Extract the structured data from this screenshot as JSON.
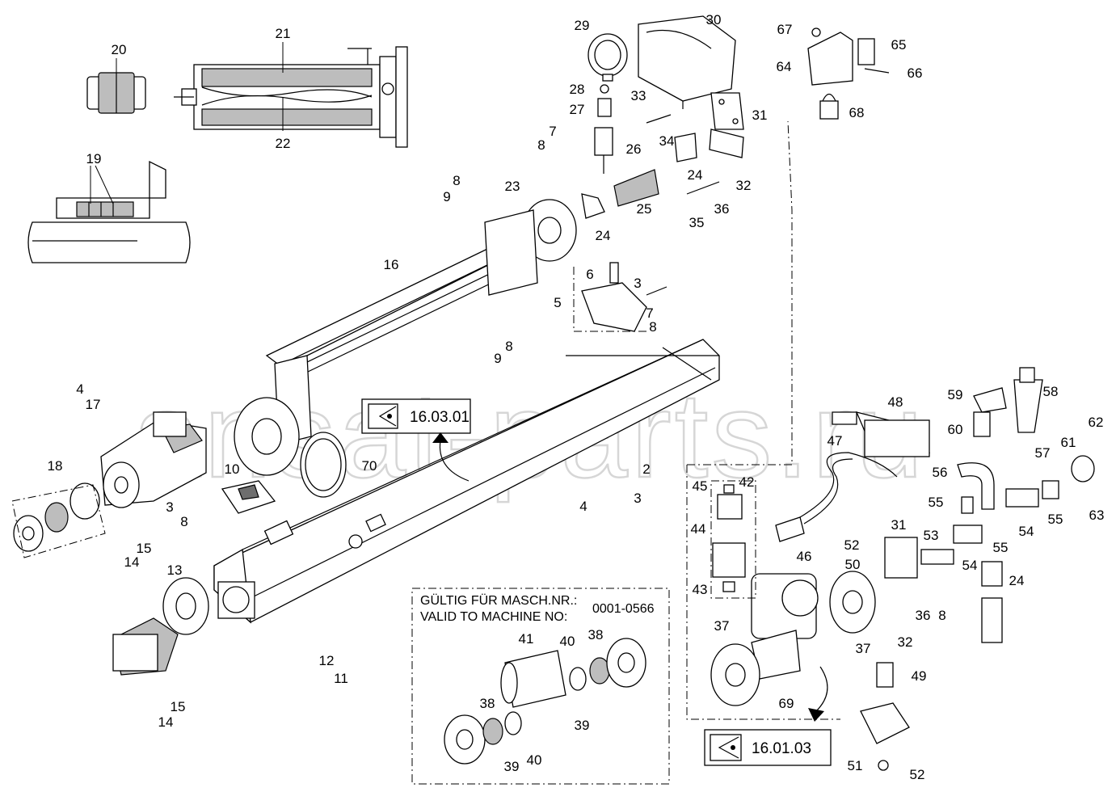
{
  "watermark": "ansat-parts.ru",
  "references": {
    "ref_a": "16.03.01",
    "ref_b": "16.01.03"
  },
  "validity_note": {
    "line1": "GÜLTIG FÜR MASCH.NR.:",
    "line2": "VALID TO MACHINE NO:",
    "machine_range": "0001-0566"
  },
  "part_numbers": [
    "2",
    "3",
    "4",
    "5",
    "6",
    "7",
    "8",
    "9",
    "10",
    "11",
    "12",
    "13",
    "14",
    "15",
    "16",
    "17",
    "18",
    "19",
    "20",
    "21",
    "22",
    "23",
    "24",
    "25",
    "26",
    "27",
    "28",
    "29",
    "30",
    "31",
    "32",
    "33",
    "34",
    "35",
    "36",
    "37",
    "38",
    "39",
    "40",
    "41",
    "42",
    "43",
    "44",
    "45",
    "46",
    "47",
    "48",
    "49",
    "50",
    "51",
    "52",
    "53",
    "54",
    "55",
    "56",
    "57",
    "58",
    "59",
    "60",
    "61",
    "62",
    "63",
    "64",
    "65",
    "66",
    "67",
    "68",
    "69",
    "70"
  ],
  "icons": {
    "reference": "eye-reference-icon",
    "arrow": "curved-arrow-icon"
  }
}
